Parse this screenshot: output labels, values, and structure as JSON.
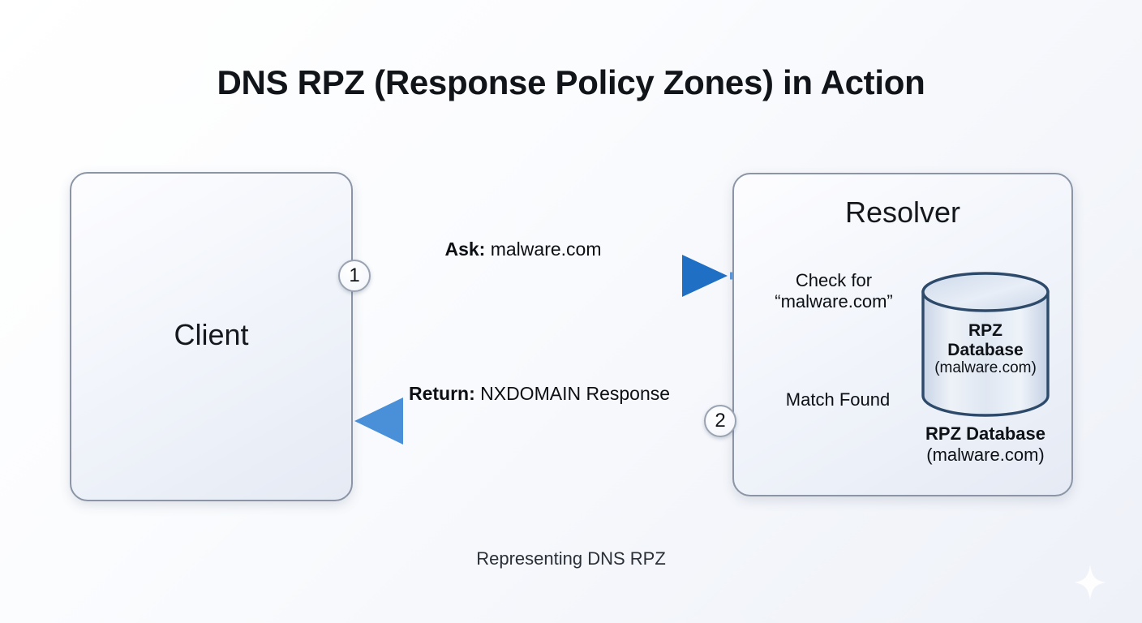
{
  "title": "DNS RPZ (Response Policy Zones) in Action",
  "footer": {
    "caption": "Representing DNS RPZ"
  },
  "nodes": {
    "client": {
      "label": "Client"
    },
    "resolver": {
      "label": "Resolver"
    },
    "database": {
      "inner_line1": "RPZ",
      "inner_line2": "Database",
      "inner_line3": "(malware.com)",
      "caption_line1": "RPZ Database",
      "caption_line2": "(malware.com)"
    }
  },
  "steps": [
    {
      "number": "1"
    },
    {
      "number": "2"
    }
  ],
  "flows": {
    "ask": {
      "prefix": "Ask:",
      "value": " malware.com"
    },
    "check": {
      "line1": "Check for",
      "line2": "“malware.com”"
    },
    "match": {
      "label": "Match Found"
    },
    "return": {
      "prefix": "Return:",
      "value": " NXDOMAIN Response"
    }
  },
  "icons": {
    "sparkle": "sparkle-icon"
  },
  "colors": {
    "arrow_light": "#4a90d9",
    "arrow_dark": "#1f6fc4",
    "box_border": "#8b95a6",
    "cylinder_border": "#2d4a6b",
    "title_text": "#111418",
    "background_start": "#ffffff",
    "background_end": "#eef1f8"
  }
}
